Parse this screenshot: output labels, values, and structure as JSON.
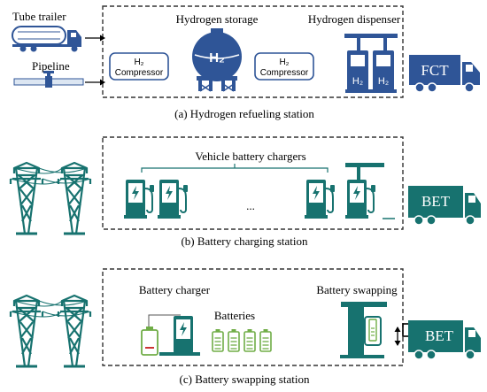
{
  "panel_a": {
    "inputs": {
      "tube_trailer": "Tube trailer",
      "pipeline": "Pipeline"
    },
    "storage_label": "Hydrogen storage",
    "dispenser_label": "Hydrogen dispenser",
    "tank_label": "H₂",
    "compressor_1": "Compressor",
    "compressor_2": "Compressor",
    "compressor_h2": "H₂",
    "dispenser_left": "H₂",
    "dispenser_right": "H₂",
    "vehicle": "FCT",
    "caption": "(a) Hydrogen refueling station"
  },
  "panel_b": {
    "chargers_label": "Vehicle battery chargers",
    "ellipsis": "...",
    "vehicle": "BET",
    "caption": "(b) Battery charging station"
  },
  "panel_c": {
    "charger_label": "Battery charger",
    "batteries_label": "Batteries",
    "swapping_label": "Battery swapping",
    "vehicle": "BET",
    "caption": "(c) Battery swapping station"
  },
  "colors": {
    "hydrogen_blue": "#2f5597",
    "charge_teal": "#17726f",
    "battery_green": "#70ad47",
    "dashed_border": "#333333",
    "text": "#000000"
  }
}
